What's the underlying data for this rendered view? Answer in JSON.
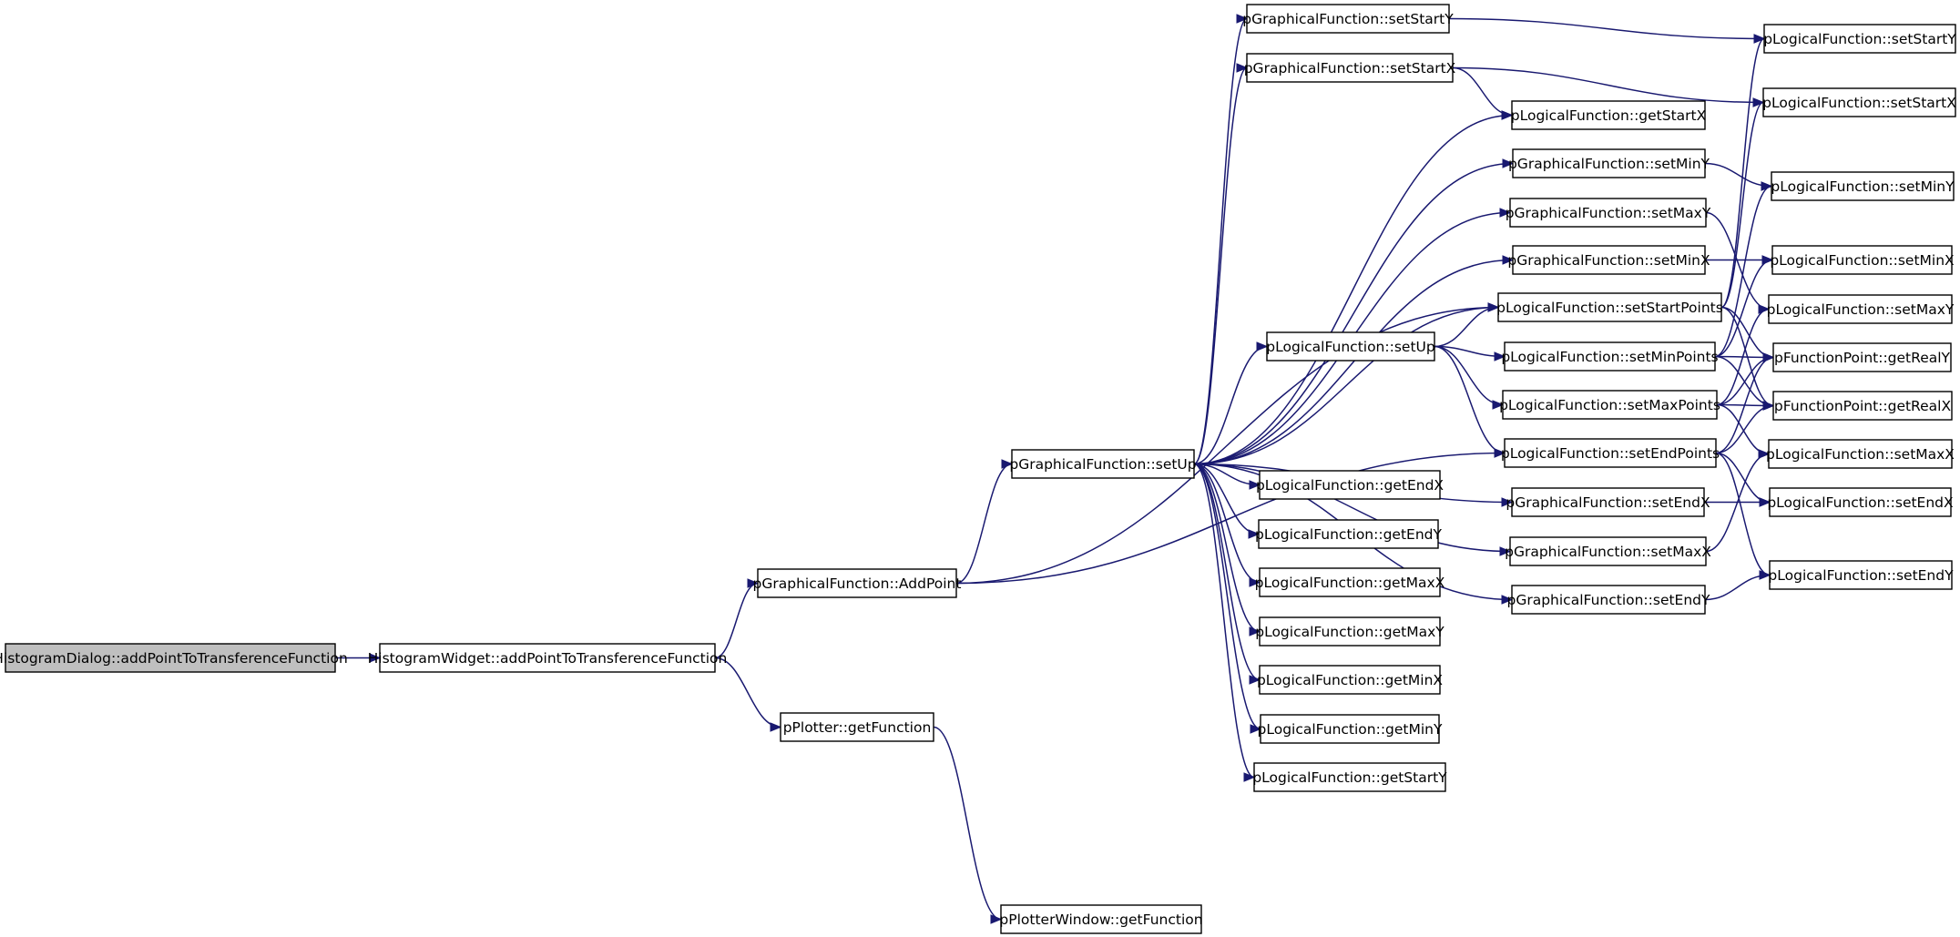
{
  "diagram": {
    "colors": {
      "edge": "#191970",
      "node_border": "#000000",
      "root_fill": "#bfbfbf",
      "node_fill": "#ffffff"
    },
    "nodes": [
      {
        "id": "n0",
        "label": "HistogramDialog::addPointToTransferenceFunction",
        "root": true
      },
      {
        "id": "n1",
        "label": "HistogramWidget::addPointToTransferenceFunction"
      },
      {
        "id": "n2",
        "label": "pGraphicalFunction::AddPoint"
      },
      {
        "id": "n3",
        "label": "pPlotter::getFunction"
      },
      {
        "id": "n4",
        "label": "pPlotterWindow::getFunction"
      },
      {
        "id": "n5",
        "label": "pGraphicalFunction::setUp"
      },
      {
        "id": "n6",
        "label": "pGraphicalFunction::setStartY"
      },
      {
        "id": "n7",
        "label": "pGraphicalFunction::setStartX"
      },
      {
        "id": "n8",
        "label": "pLogicalFunction::setUp"
      },
      {
        "id": "n9",
        "label": "pLogicalFunction::getEndX"
      },
      {
        "id": "n10",
        "label": "pLogicalFunction::getEndY"
      },
      {
        "id": "n11",
        "label": "pLogicalFunction::getMaxX"
      },
      {
        "id": "n12",
        "label": "pLogicalFunction::getMaxY"
      },
      {
        "id": "n13",
        "label": "pLogicalFunction::getMinX"
      },
      {
        "id": "n14",
        "label": "pLogicalFunction::getMinY"
      },
      {
        "id": "n15",
        "label": "pLogicalFunction::getStartY"
      },
      {
        "id": "n16",
        "label": "pLogicalFunction::getStartX"
      },
      {
        "id": "n17",
        "label": "pGraphicalFunction::setMinY"
      },
      {
        "id": "n18",
        "label": "pGraphicalFunction::setMaxY"
      },
      {
        "id": "n19",
        "label": "pGraphicalFunction::setMinX"
      },
      {
        "id": "n20",
        "label": "pLogicalFunction::setStartPoints"
      },
      {
        "id": "n21",
        "label": "pLogicalFunction::setMinPoints"
      },
      {
        "id": "n22",
        "label": "pLogicalFunction::setMaxPoints"
      },
      {
        "id": "n23",
        "label": "pLogicalFunction::setEndPoints"
      },
      {
        "id": "n24",
        "label": "pGraphicalFunction::setEndX"
      },
      {
        "id": "n25",
        "label": "pGraphicalFunction::setMaxX"
      },
      {
        "id": "n26",
        "label": "pGraphicalFunction::setEndY"
      },
      {
        "id": "n27",
        "label": "pLogicalFunction::setStartY"
      },
      {
        "id": "n28",
        "label": "pLogicalFunction::setStartX"
      },
      {
        "id": "n29",
        "label": "pLogicalFunction::setMinY"
      },
      {
        "id": "n30",
        "label": "pLogicalFunction::setMinX"
      },
      {
        "id": "n31",
        "label": "pLogicalFunction::setMaxY"
      },
      {
        "id": "n32",
        "label": "pFunctionPoint::getRealY"
      },
      {
        "id": "n33",
        "label": "pFunctionPoint::getRealX"
      },
      {
        "id": "n34",
        "label": "pLogicalFunction::setMaxX"
      },
      {
        "id": "n35",
        "label": "pLogicalFunction::setEndX"
      },
      {
        "id": "n36",
        "label": "pLogicalFunction::setEndY"
      }
    ],
    "edges": [
      [
        "n0",
        "n1"
      ],
      [
        "n1",
        "n2"
      ],
      [
        "n1",
        "n3"
      ],
      [
        "n3",
        "n4"
      ],
      [
        "n2",
        "n5"
      ],
      [
        "n2",
        "n20"
      ],
      [
        "n2",
        "n23"
      ],
      [
        "n5",
        "n6"
      ],
      [
        "n5",
        "n7"
      ],
      [
        "n5",
        "n16"
      ],
      [
        "n5",
        "n17"
      ],
      [
        "n5",
        "n18"
      ],
      [
        "n5",
        "n19"
      ],
      [
        "n5",
        "n20"
      ],
      [
        "n5",
        "n8"
      ],
      [
        "n5",
        "n9"
      ],
      [
        "n5",
        "n10"
      ],
      [
        "n5",
        "n11"
      ],
      [
        "n5",
        "n12"
      ],
      [
        "n5",
        "n13"
      ],
      [
        "n5",
        "n14"
      ],
      [
        "n5",
        "n15"
      ],
      [
        "n5",
        "n24"
      ],
      [
        "n5",
        "n26"
      ],
      [
        "n5",
        "n25"
      ],
      [
        "n6",
        "n27"
      ],
      [
        "n7",
        "n28"
      ],
      [
        "n7",
        "n16"
      ],
      [
        "n17",
        "n29"
      ],
      [
        "n18",
        "n31"
      ],
      [
        "n19",
        "n30"
      ],
      [
        "n8",
        "n20"
      ],
      [
        "n8",
        "n21"
      ],
      [
        "n8",
        "n22"
      ],
      [
        "n8",
        "n23"
      ],
      [
        "n20",
        "n27"
      ],
      [
        "n20",
        "n28"
      ],
      [
        "n20",
        "n32"
      ],
      [
        "n20",
        "n33"
      ],
      [
        "n21",
        "n29"
      ],
      [
        "n21",
        "n30"
      ],
      [
        "n21",
        "n32"
      ],
      [
        "n21",
        "n33"
      ],
      [
        "n22",
        "n31"
      ],
      [
        "n22",
        "n34"
      ],
      [
        "n22",
        "n32"
      ],
      [
        "n22",
        "n33"
      ],
      [
        "n23",
        "n35"
      ],
      [
        "n23",
        "n36"
      ],
      [
        "n23",
        "n32"
      ],
      [
        "n23",
        "n33"
      ],
      [
        "n24",
        "n35"
      ],
      [
        "n25",
        "n34"
      ],
      [
        "n26",
        "n36"
      ]
    ]
  }
}
